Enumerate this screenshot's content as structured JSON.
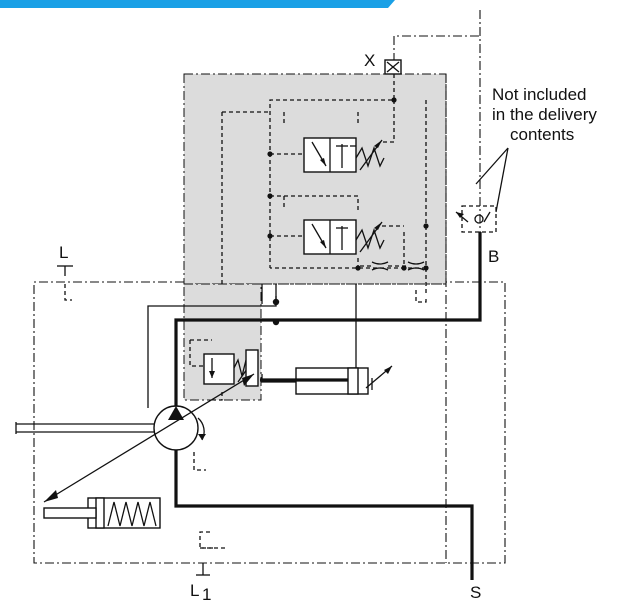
{
  "labels": {
    "x_port": "X",
    "l_port": "L",
    "b_port": "B",
    "l1_port": "L",
    "l1_sub": "1",
    "s_port": "S"
  },
  "note": {
    "line1": "Not included",
    "line2": "in the delivery",
    "line3": "contents"
  },
  "colors": {
    "header_bar": "#1aa0e6",
    "control_block": "#dcdcdc",
    "line": "#111111"
  }
}
